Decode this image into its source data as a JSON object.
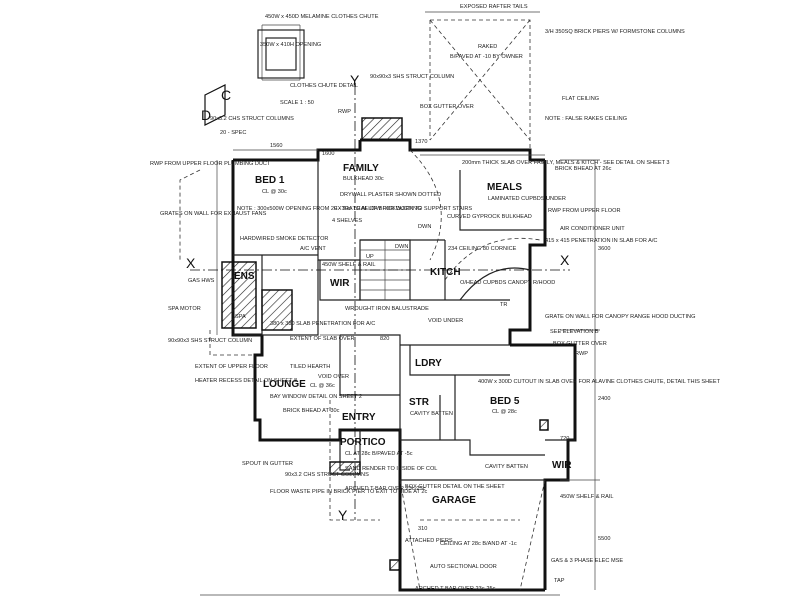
{
  "rooms": {
    "bed1": "BED 1",
    "bed1_cl": "CL @ 30c",
    "family": "FAMILY",
    "family_sub": "BULKHEAD 30c",
    "meals": "MEALS",
    "ens": "ENS",
    "wir1": "WIR",
    "kitchen": "KITCH",
    "lounge": "LOUNGE",
    "lounge_cl": "CL @ 36c",
    "entry": "ENTRY",
    "portico": "PORTICO",
    "str": "STR",
    "bed5": "BED 5",
    "bed5_cl": "CL @ 28c",
    "wir2": "WIR",
    "lndry": "LDRY",
    "garage": "GARAGE",
    "spa": "SPA",
    "tr": "TR"
  },
  "markers": {
    "y_top": "Y",
    "y_bottom": "Y",
    "x_right": "X",
    "x_left": "X",
    "c": "C",
    "d": "D"
  },
  "notes": {
    "clothes_chute": "CLOTHES CHUTE DETAIL",
    "scale": "SCALE 1 : 50",
    "melamine": "450W x 450D MELAMINE CLOTHES CHUTE",
    "opening": "350W x 410H OPENING",
    "shs_struct": "90x90x3 SHS STRUCT COLUMN",
    "brick_piers": "3/H 350SQ BRICK PIERS W/ FORMSTONE COLUMNS",
    "exposed": "EXPOSED RAFTER TAILS",
    "flat_ceiling": "FLAT CEILING",
    "false_rake": "NOTE : FALSE RAKES CEILING",
    "raked": "RAKED",
    "paved": "B/PAVED AT -10 BY OWNER",
    "gutter": "BOX GUTTER OVER",
    "slab_thick": "200mm THICK SLAB OVER FAMILY, MEALS & KITCH - SEE DETAIL ON SHEET 3",
    "brick_head_26": "BRICK BHEAD AT 26c",
    "laminated": "LAMINATED CUPBDS UNDER",
    "rwp_upper": "RWP FROM UPPER FLOOR",
    "ac_unit": "AIR CONDITIONER UNIT",
    "penetration": "415 x 415 PENETRATION IN SLAB FOR A/C",
    "grate": "GRATE ON WALL FOR CANOPY RANGE HOOD DUCTING",
    "elevation": "SEE ELEVATION B",
    "box_gutter": "BOX GUTTER OVER",
    "plumbing_duct": "RWP FROM UPPER FLOOR PLUMBING DUCT",
    "chs_struct": "90x3.2 CHS STRUCT COLUMNS",
    "spec": "20 - SPEC",
    "drywall": "DRYWALL PLASTER SHOWN DOTTED",
    "extra_leaf": "EXTRA LEAF OF BRICKWORK TO SUPPORT STAIRS",
    "shelves": "4 SHELVES",
    "curved": "CURVED GYPROCK BULKHEAD",
    "ceiling_234": "234 CEILING 80 CORNICE",
    "overhead": "O/HEAD CUPBDS CANOPY R/HOOD",
    "note_opening": "NOTE : 300x500W OPENING FROM 20 - 30c TO ALLOW FOR DUCTING",
    "smoke": "HARDWIRED SMOKE DETECTOR",
    "ac_vent": "A/C VENT",
    "shelf_rail": "450W SHELF & RAIL",
    "wrought": "WROUGHT IRON BALUSTRADE",
    "tiled": "TILED HEARTH",
    "extent_upper": "EXTENT OF UPPER FLOOR",
    "heater": "HEATER RECESS DETAIL ON SHEET 8",
    "bay": "BAY WINDOW DETAIL ON SHEET 2",
    "brick_bhead_30": "BRICK BHEAD AT 30c",
    "void_over": "VOID OVER",
    "penetration_ac": "380 x 380 SLAB PENETRATION FOR A/C",
    "extent_slab": "EXTENT OF SLAB OVER",
    "slab_void": "VOID UNDER",
    "cutout": "400W x 300D CUTOUT IN SLAB OVER FOR ALAVINE CLOTHES CHUTE, DETAIL THIS SHEET",
    "cavity": "CAVITY BATTEN",
    "cavity2": "CAVITY BATTEN",
    "shelf_rail2": "450W SHELF & RAIL",
    "cl_portico": "CL AT 28c B/PAVED AT -5c",
    "sand_render": "SAND RENDER TO INSIDE OF COL",
    "spout": "SPOUT IN GUTTER",
    "chs2": "90x3.2 CHS STRUCT COLUMNS",
    "floor_waste": "FLOOR WASTE PIPE IN BRICK PIER TO EXIT TO SIDE AT 2c",
    "arched": "ARCHED T-BAR OVER 23c-25c",
    "box_gutter_detail": "BOX GUTTER DETAIL ON THE SHEET",
    "attached_piers": "ATTACHED PIERS",
    "ceiling_28": "CEILING AT 28c B/AND AT -1c",
    "auto_door": "AUTO SECTIONAL DOOR",
    "elec": "GAS & 3 PHASE ELEC MSE",
    "arched2": "ARCHED T-BAR OVER 23c-25c",
    "tap": "TAP",
    "spa_motor": "SPA MOTOR",
    "gas": "GAS HWS",
    "grates_wall": "GRATES ON WALL FOR EXHAUST FANS",
    "shs_col": "90x90x3 SHS STRUCT COLUMN",
    "rwp": "RWP",
    "rwp2": "RWP",
    "dwn": "DWN",
    "dwn2": "DWN",
    "up": "UP"
  },
  "dims": {
    "d_1560": "1560",
    "d_1370": "1370",
    "d_1600": "1600",
    "d_2400": "2400",
    "d_720": "720",
    "d_820": "820",
    "d_310": "310",
    "d_3600": "3600",
    "d_5500": "5500"
  }
}
